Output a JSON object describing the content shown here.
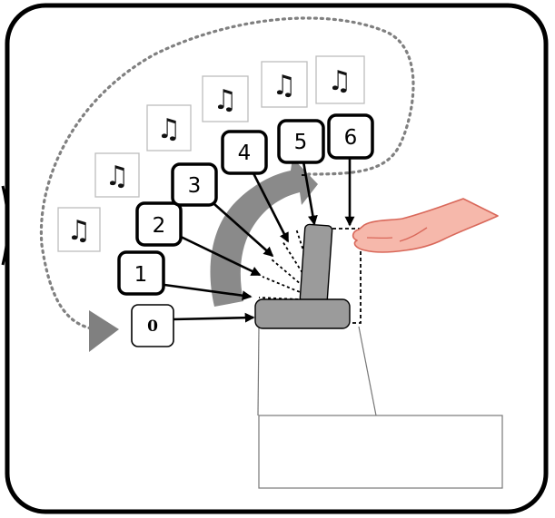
{
  "diagram": {
    "stage_labels": [
      "0",
      "1",
      "2",
      "3",
      "4",
      "5",
      "6"
    ],
    "note_glyph": "♫",
    "icons": [
      "music-note-icon",
      "hand-icon",
      "play-triangle-icon"
    ],
    "colors": {
      "frame": "#000000",
      "lever": "#9b9b9b",
      "arc_arrow": "#8a8a8a",
      "hand_fill": "#f6b8ab",
      "hand_stroke": "#d9685a",
      "dotted_path": "#808080"
    }
  }
}
